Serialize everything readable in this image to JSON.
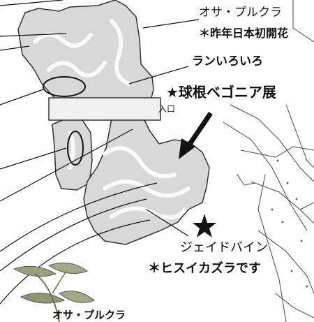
{
  "labels": {
    "osa_pulcra": "オサ・プルクラ",
    "first_bloom_note": "＊昨年日本初開花",
    "orchids": "ランいろいろ",
    "begonia_show": "★球根ベゴニア展",
    "entrance": "入口",
    "jade_vine": "ジェイドバイン",
    "hisuikazura_note": "＊ヒスイカズラです",
    "osa_pulcra_bottom": "オサ・プルクラ"
  },
  "colors": {
    "building_fill": "#d8d8d8",
    "building_outline": "#333333",
    "annotation": "#111111"
  }
}
